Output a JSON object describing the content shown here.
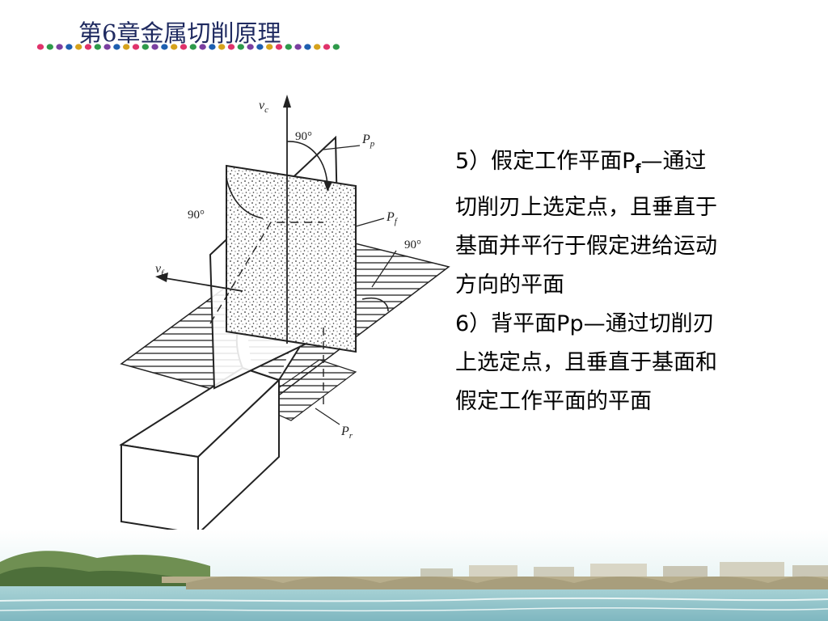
{
  "header": {
    "title": "第6章金属切削原理",
    "dot_colors": [
      "#e0336b",
      "#2e9a4a",
      "#7a3fa0",
      "#1e5fb0",
      "#d6a21c",
      "#e0336b",
      "#2e9a4a",
      "#7a3fa0",
      "#1e5fb0",
      "#d6a21c",
      "#e0336b",
      "#2e9a4a",
      "#7a3fa0",
      "#1e5fb0",
      "#d6a21c",
      "#e0336b",
      "#2e9a4a",
      "#7a3fa0",
      "#1e5fb0",
      "#d6a21c",
      "#e0336b",
      "#2e9a4a",
      "#7a3fa0",
      "#1e5fb0",
      "#d6a21c",
      "#e0336b",
      "#2e9a4a",
      "#7a3fa0",
      "#1e5fb0",
      "#d6a21c",
      "#e0336b",
      "#2e9a4a"
    ]
  },
  "figure": {
    "label_vc": "v",
    "label_vc_sub": "c",
    "label_vf": "v",
    "label_vf_sub": "f",
    "label_pp": "P",
    "label_pp_sub": "p",
    "label_pf": "P",
    "label_pf_sub": "f",
    "label_pr": "P",
    "label_pr_sub": "r",
    "angle_top": "90°",
    "angle_left": "90°",
    "angle_right": "90°"
  },
  "content": {
    "item5_prefix": "5）假定工作平面P",
    "item5_sub": "f",
    "item5_suffix": "—通过",
    "item5_line2": "切削刃上选定点，且垂直于",
    "item5_line3": "基面并平行于假定进给运动",
    "item5_line4": "方向的平面",
    "item6_line1": "6）背平面Pp—通过切削刃",
    "item6_line2": "上选定点，且垂直于基面和",
    "item6_line3": "假定工作平面的平面"
  }
}
